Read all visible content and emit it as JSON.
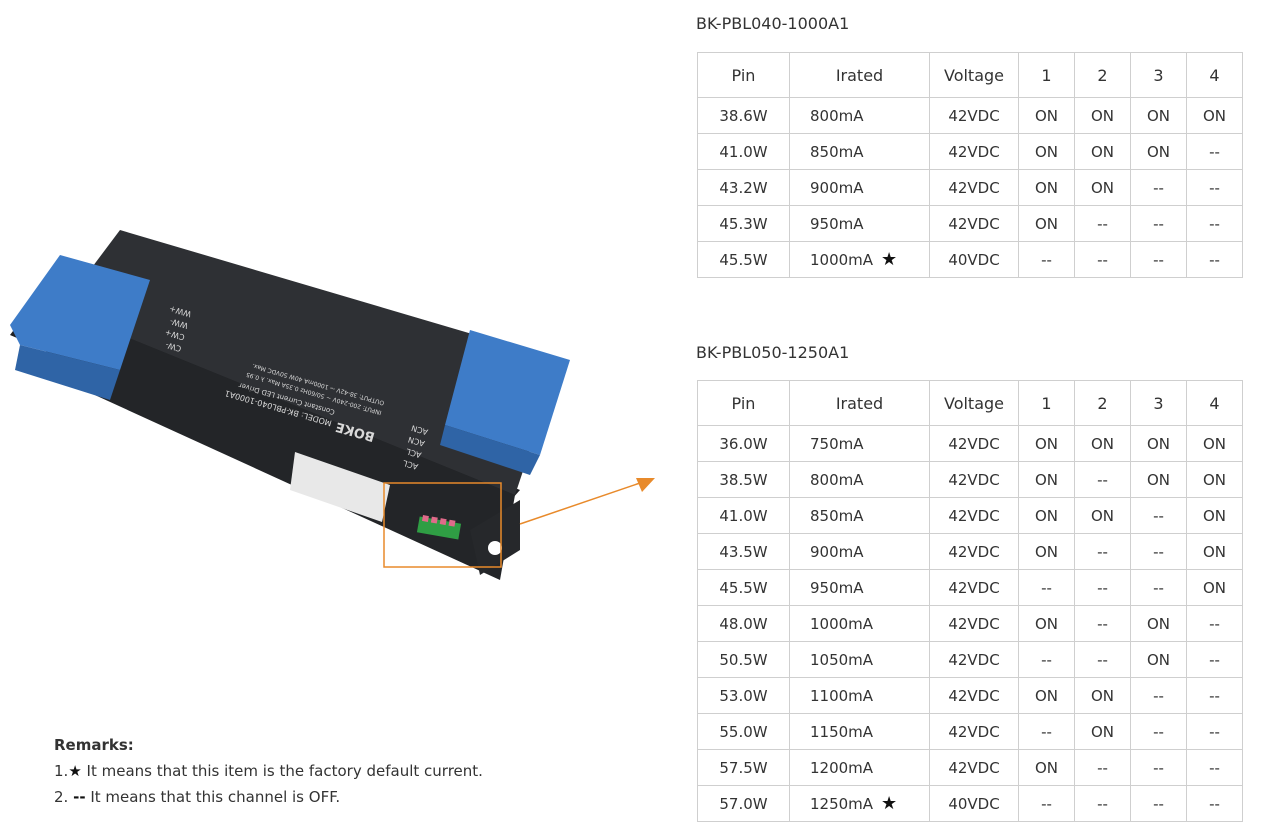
{
  "colors": {
    "accent_orange": "#e88a2b",
    "driver_blue": "#3e7cc8",
    "driver_body": "#2b2d30",
    "grid": "#cfcfcf"
  },
  "driver_label": {
    "model_line": "MODEL: BK-PBL040-1000A1",
    "desc_line": "Constant Current LED Driver",
    "input_line": "INPUT: 200-240V ~ 50/60Hz 0.35A Max. λ 0.95",
    "output_line": "OUTPUT: 38-42V ⎓ 1000mA 40W 50VDC Max.",
    "brand": "BOKE",
    "sv_terms": [
      "ACL",
      "ACL",
      "ACN",
      "ACN"
    ],
    "output_terms": [
      "CW-",
      "CW+",
      "WW-",
      "WW+"
    ]
  },
  "tables": [
    {
      "title": "BK-PBL040-1000A1",
      "headers": [
        "Pin",
        "Irated",
        "Voltage",
        "1",
        "2",
        "3",
        "4"
      ],
      "rows": [
        {
          "pin": "38.6W",
          "irated": "800mA",
          "star": "",
          "voltage": "42VDC",
          "s1": "ON",
          "s2": "ON",
          "s3": "ON",
          "s4": "ON"
        },
        {
          "pin": "41.0W",
          "irated": "850mA",
          "star": "",
          "voltage": "42VDC",
          "s1": "ON",
          "s2": "ON",
          "s3": "ON",
          "s4": "--"
        },
        {
          "pin": "43.2W",
          "irated": "900mA",
          "star": "",
          "voltage": "42VDC",
          "s1": "ON",
          "s2": "ON",
          "s3": "--",
          "s4": "--"
        },
        {
          "pin": "45.3W",
          "irated": "950mA",
          "star": "",
          "voltage": "42VDC",
          "s1": "ON",
          "s2": "--",
          "s3": "--",
          "s4": "--"
        },
        {
          "pin": "45.5W",
          "irated": "1000mA",
          "star": "★",
          "voltage": "40VDC",
          "s1": "--",
          "s2": "--",
          "s3": "--",
          "s4": "--"
        }
      ]
    },
    {
      "title": "BK-PBL050-1250A1",
      "headers": [
        "Pin",
        "Irated",
        "Voltage",
        "1",
        "2",
        "3",
        "4"
      ],
      "rows": [
        {
          "pin": "36.0W",
          "irated": "750mA",
          "star": "",
          "voltage": "42VDC",
          "s1": "ON",
          "s2": "ON",
          "s3": "ON",
          "s4": "ON"
        },
        {
          "pin": "38.5W",
          "irated": "800mA",
          "star": "",
          "voltage": "42VDC",
          "s1": "ON",
          "s2": "--",
          "s3": "ON",
          "s4": "ON"
        },
        {
          "pin": "41.0W",
          "irated": "850mA",
          "star": "",
          "voltage": "42VDC",
          "s1": "ON",
          "s2": "ON",
          "s3": "--",
          "s4": "ON"
        },
        {
          "pin": "43.5W",
          "irated": "900mA",
          "star": "",
          "voltage": "42VDC",
          "s1": "ON",
          "s2": "--",
          "s3": "--",
          "s4": "ON"
        },
        {
          "pin": "45.5W",
          "irated": "950mA",
          "star": "",
          "voltage": "42VDC",
          "s1": "--",
          "s2": "--",
          "s3": "--",
          "s4": "ON"
        },
        {
          "pin": "48.0W",
          "irated": "1000mA",
          "star": "",
          "voltage": "42VDC",
          "s1": "ON",
          "s2": "--",
          "s3": "ON",
          "s4": "--"
        },
        {
          "pin": "50.5W",
          "irated": "1050mA",
          "star": "",
          "voltage": "42VDC",
          "s1": "--",
          "s2": "--",
          "s3": "ON",
          "s4": "--"
        },
        {
          "pin": "53.0W",
          "irated": "1100mA",
          "star": "",
          "voltage": "42VDC",
          "s1": "ON",
          "s2": "ON",
          "s3": "--",
          "s4": "--"
        },
        {
          "pin": "55.0W",
          "irated": "1150mA",
          "star": "",
          "voltage": "42VDC",
          "s1": "--",
          "s2": "ON",
          "s3": "--",
          "s4": "--"
        },
        {
          "pin": "57.5W",
          "irated": "1200mA",
          "star": "",
          "voltage": "42VDC",
          "s1": "ON",
          "s2": "--",
          "s3": "--",
          "s4": "--"
        },
        {
          "pin": "57.0W",
          "irated": "1250mA",
          "star": "★",
          "voltage": "40VDC",
          "s1": "--",
          "s2": "--",
          "s3": "--",
          "s4": "--"
        }
      ]
    }
  ],
  "remarks": {
    "title": "Remarks:",
    "items": [
      {
        "num": "1.",
        "symbol": "★",
        "text": "It means that this item is the factory default current."
      },
      {
        "num": "2.",
        "symbol": "--",
        "text": "It means that this channel is OFF."
      }
    ]
  }
}
